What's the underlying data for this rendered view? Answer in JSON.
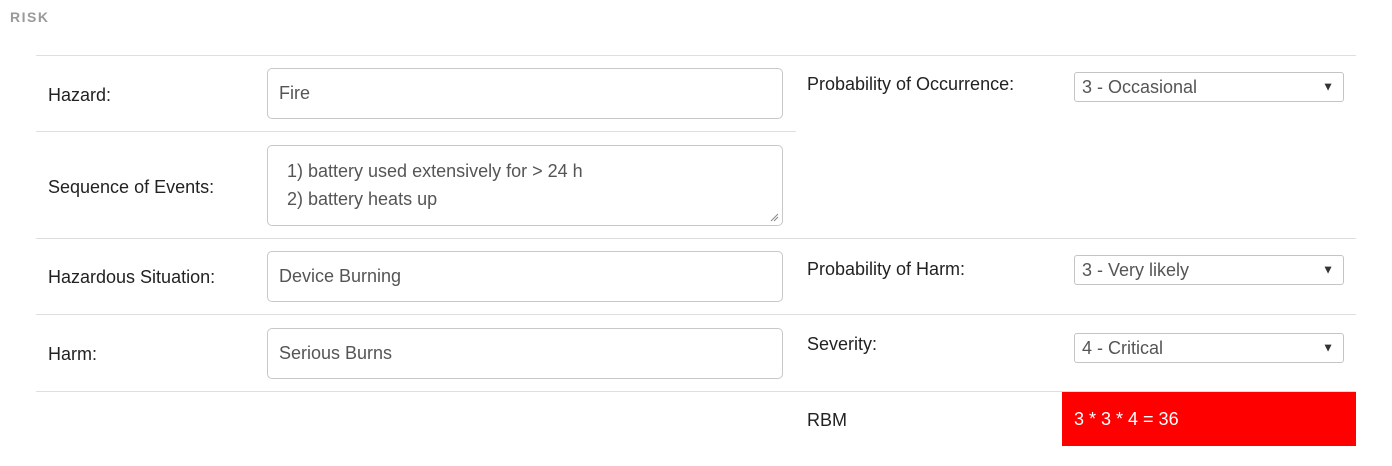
{
  "section": {
    "title": "RISK"
  },
  "fields": {
    "hazard": {
      "label": "Hazard:",
      "value": "Fire"
    },
    "sequence_of_events": {
      "label": "Sequence of Events:",
      "lines": [
        "1) battery used extensively for > 24 h",
        "2) battery heats up"
      ]
    },
    "hazardous_situation": {
      "label": "Hazardous Situation:",
      "value": "Device Burning"
    },
    "harm": {
      "label": "Harm:",
      "value": "Serious Burns"
    }
  },
  "selects": {
    "probability_of_occurrence": {
      "label": "Probability of Occurrence:",
      "value": "3 - Occasional"
    },
    "probability_of_harm": {
      "label": "Probability of Harm:",
      "value": "3 - Very likely"
    },
    "severity": {
      "label": "Severity:",
      "value": "4 - Critical"
    }
  },
  "rbm": {
    "label": "RBM",
    "value": "3 * 3 * 4 = 36",
    "color": "#ff0000"
  },
  "icons": {
    "dropdown": "▼"
  }
}
